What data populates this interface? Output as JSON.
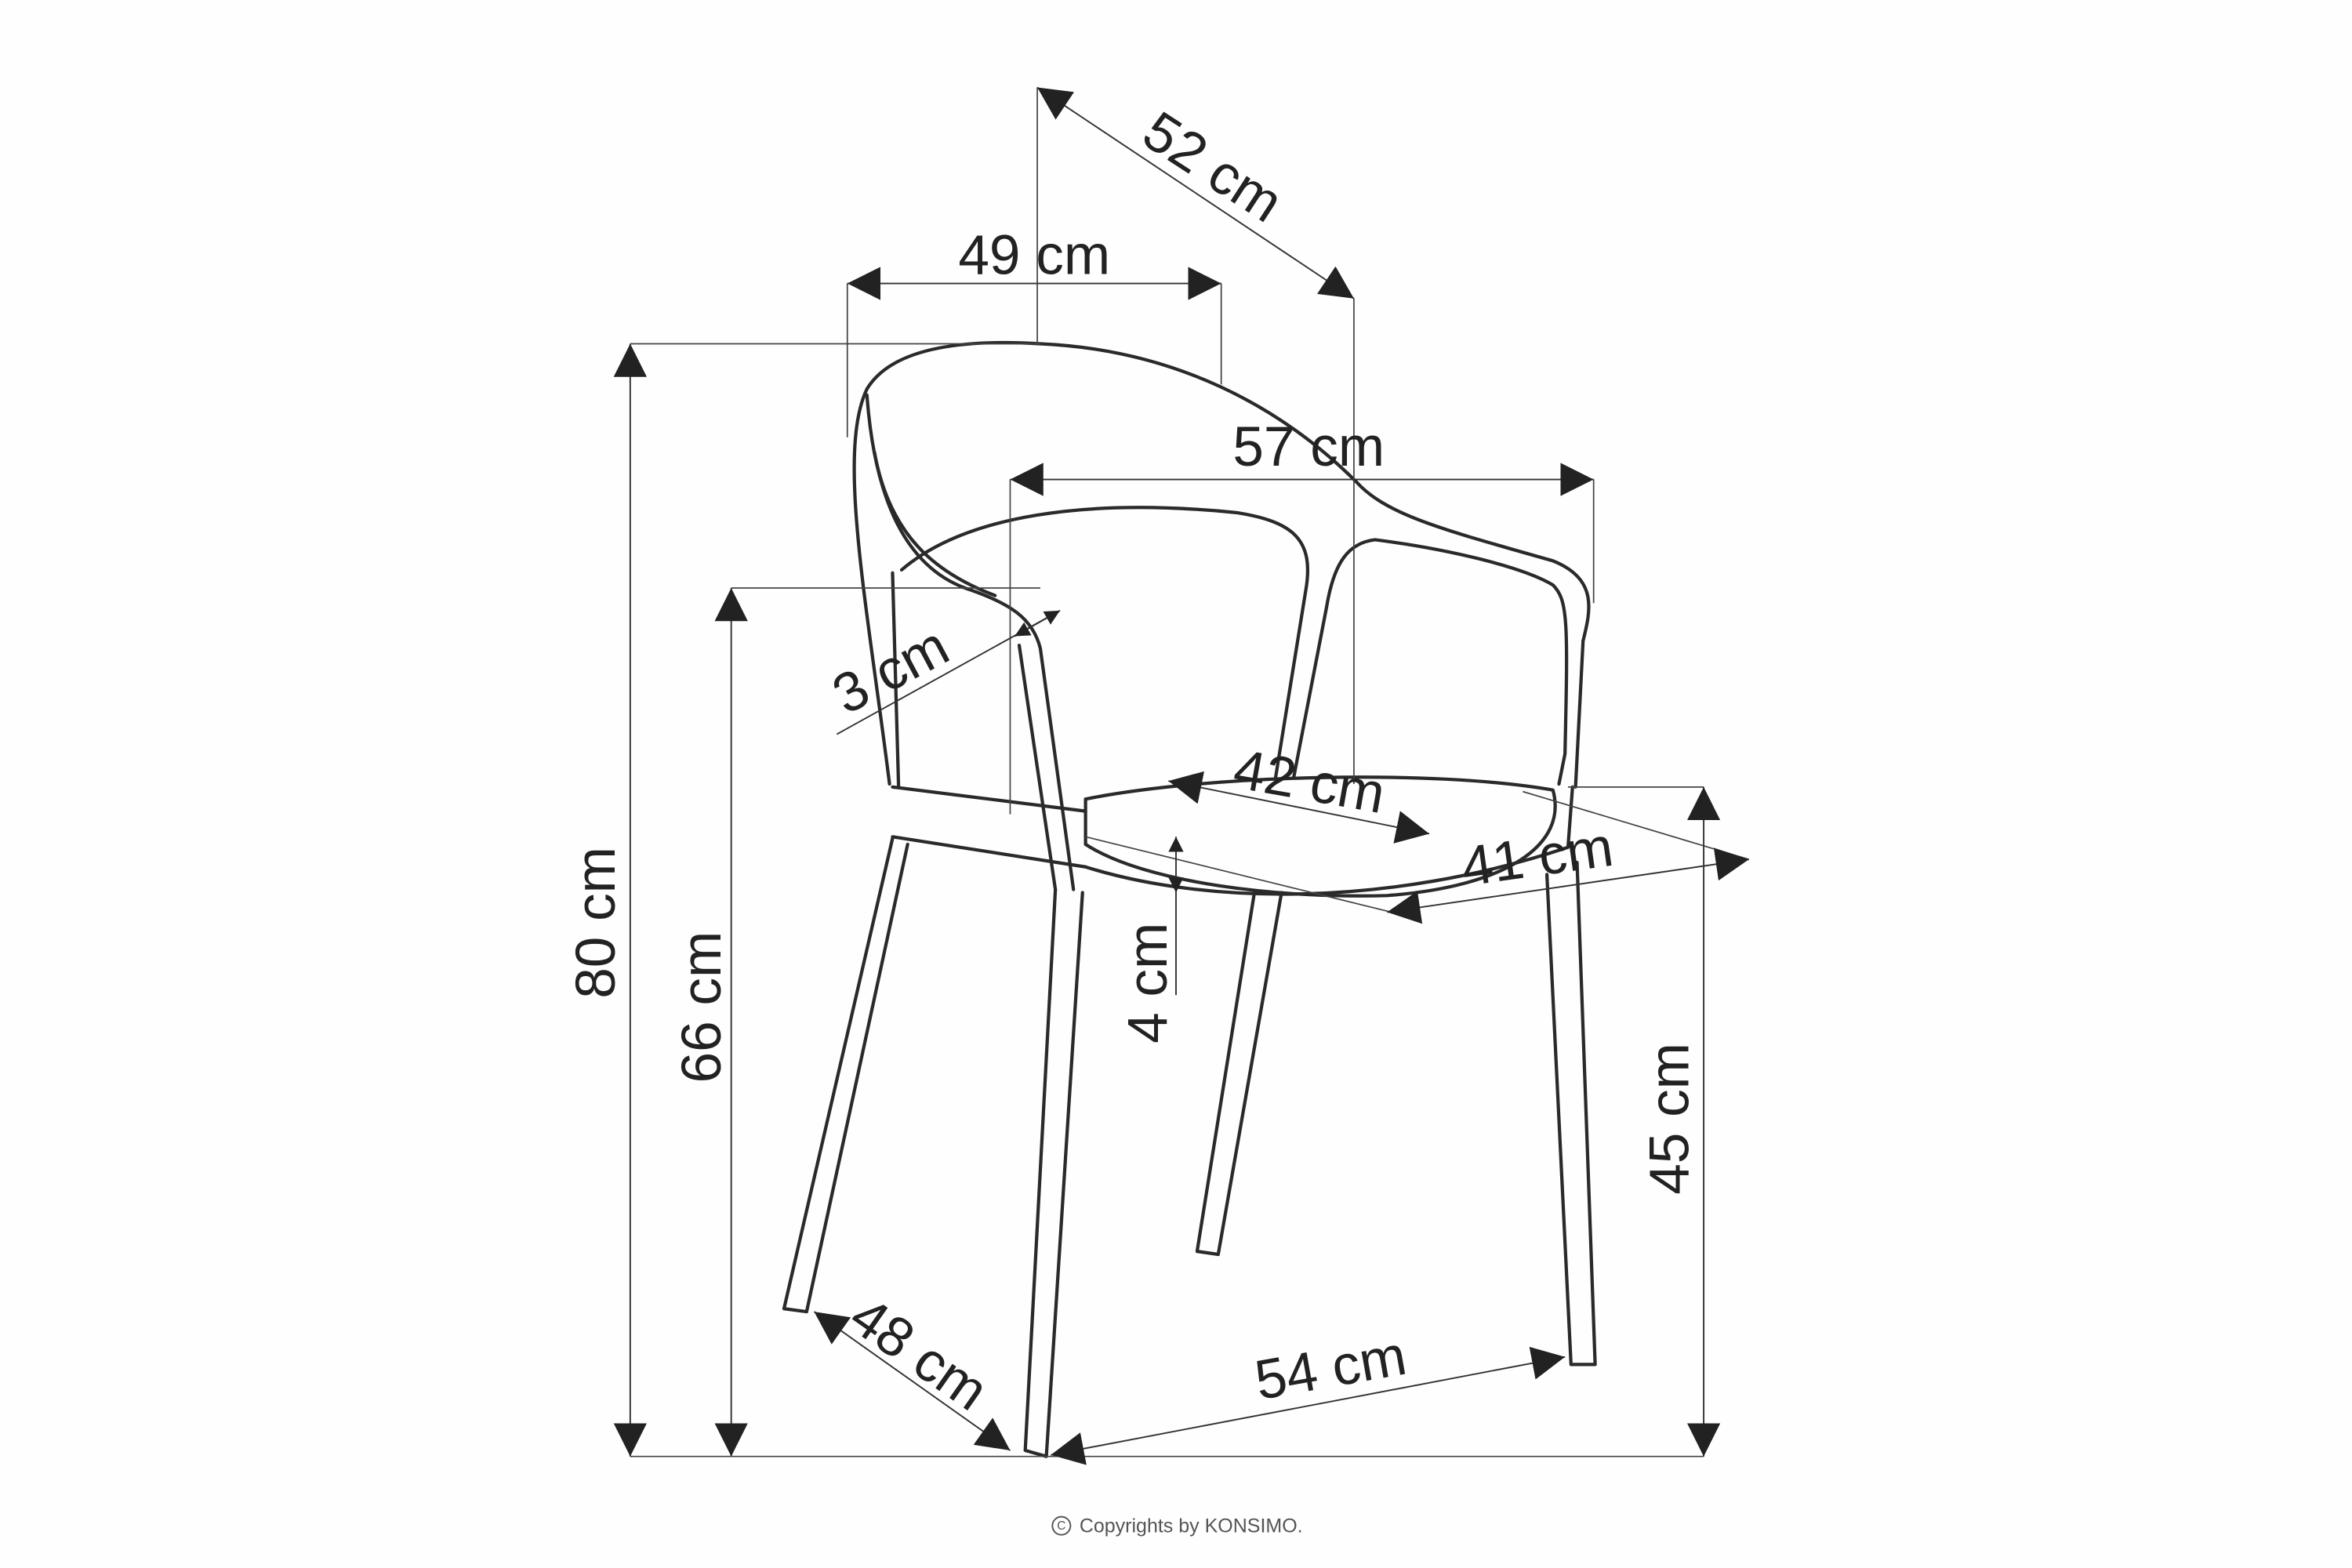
{
  "diagram": {
    "subject": "chair",
    "dimensions": {
      "depth_diagonal": "52 cm",
      "backrest_width": "49 cm",
      "overall_width": "57 cm",
      "overall_height": "80 cm",
      "armrest_height": "66 cm",
      "armrest_thickness": "3 cm",
      "seat_width": "42 cm",
      "seat_depth": "41 cm",
      "seat_thickness": "4 cm",
      "seat_height": "45 cm",
      "base_depth": "48 cm",
      "base_width": "54 cm"
    },
    "copyright": "Copyrights by KONSIMO."
  },
  "colors": {
    "line": "#2a2a2a",
    "text": "#222222",
    "background": "#fefefe"
  }
}
